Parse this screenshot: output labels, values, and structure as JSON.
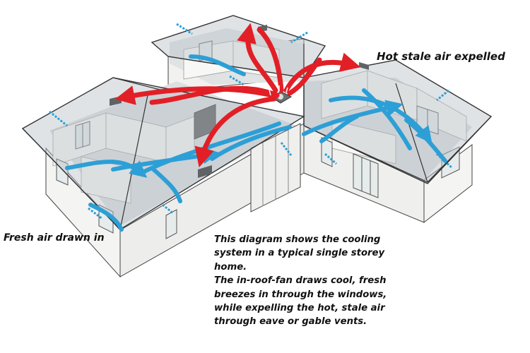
{
  "labels": {
    "hot_air": "Hot stale air expelled",
    "fresh_air": "Fresh air drawn in"
  },
  "description": {
    "lines": [
      "This diagram shows the cooling",
      "system in a typical single storey",
      "home.",
      "The in-roof-fan draws cool, fresh",
      "breezes in through the windows,",
      "while expelling the hot, stale air",
      "through eave or gable vents."
    ]
  },
  "colors": {
    "hot_air_arrow": "#e21f26",
    "fresh_air_arrow": "#2c9fd6",
    "roof_glass": "#bdc7cc",
    "wall": "#f4f4f2",
    "floor": "#d9dddd",
    "fan": "#6b6f72"
  }
}
